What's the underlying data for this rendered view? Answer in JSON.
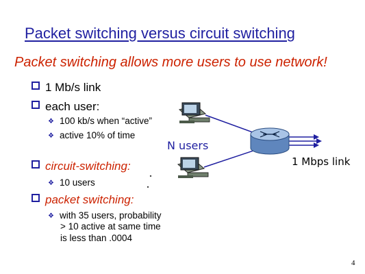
{
  "title": "Packet switching versus circuit switching",
  "subtitle": "Packet switching allows more users to use network!",
  "bullets": {
    "link": "1 Mb/s link",
    "each_user": "each user:",
    "each_user_sub1": "100 kb/s when “active”",
    "each_user_sub2": "active 10% of time",
    "circuit": "circuit-switching:",
    "circuit_sub1": "10 users",
    "packet": "packet switching:",
    "packet_sub1_line1": "with 35 users, probability",
    "packet_sub1_line2": "> 10 active at same time",
    "packet_sub1_line3": "is less than .0004"
  },
  "diagram": {
    "users_label": "N users",
    "link_label": "1 Mbps link",
    "icons": [
      "computer-icon",
      "computer-icon",
      "router-icon"
    ]
  },
  "page_number": "4",
  "colors": {
    "title": "#1f1fa0",
    "accent_red": "#cc2200",
    "router": "#7aa0d0"
  }
}
